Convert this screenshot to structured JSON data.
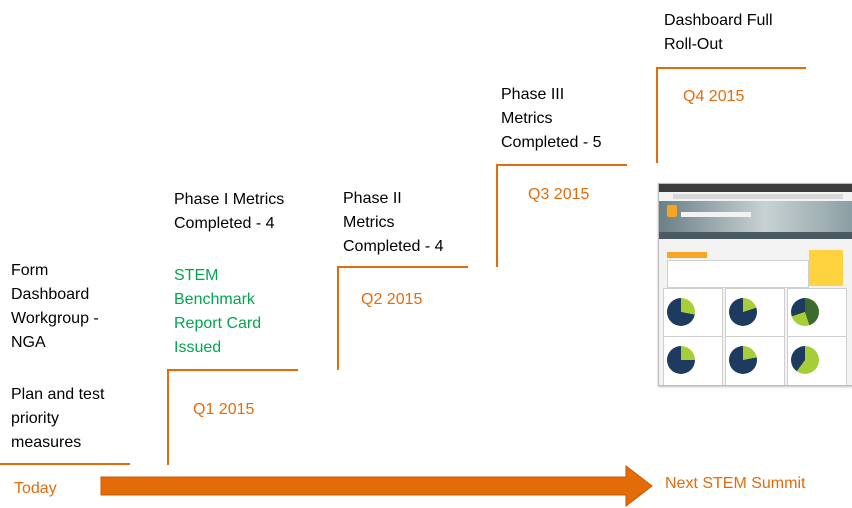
{
  "today_label": "Today",
  "end_label": "Next STEM Summit",
  "today_step": {
    "item1": "Form\nDashboard\nWorkgroup -\nNGA",
    "item2": "Plan and test\npriority\nmeasures"
  },
  "q1": {
    "quarter": "Q1 2015",
    "milestone": "Phase I Metrics\nCompleted - 4",
    "extra": "STEM\nBenchmark\nReport Card\nIssued"
  },
  "q2": {
    "quarter": "Q2 2015",
    "milestone": "Phase II\nMetrics\nCompleted - 4"
  },
  "q3": {
    "quarter": "Q3 2015",
    "milestone": "Phase III\nMetrics\nCompleted - 5"
  },
  "q4": {
    "quarter": "Q4 2015",
    "milestone": "Dashboard Full\nRoll-Out"
  },
  "colors": {
    "accent": "#e36c09",
    "green": "#00a651",
    "navy": "#1f3a5f",
    "lime": "#a6ce39"
  }
}
